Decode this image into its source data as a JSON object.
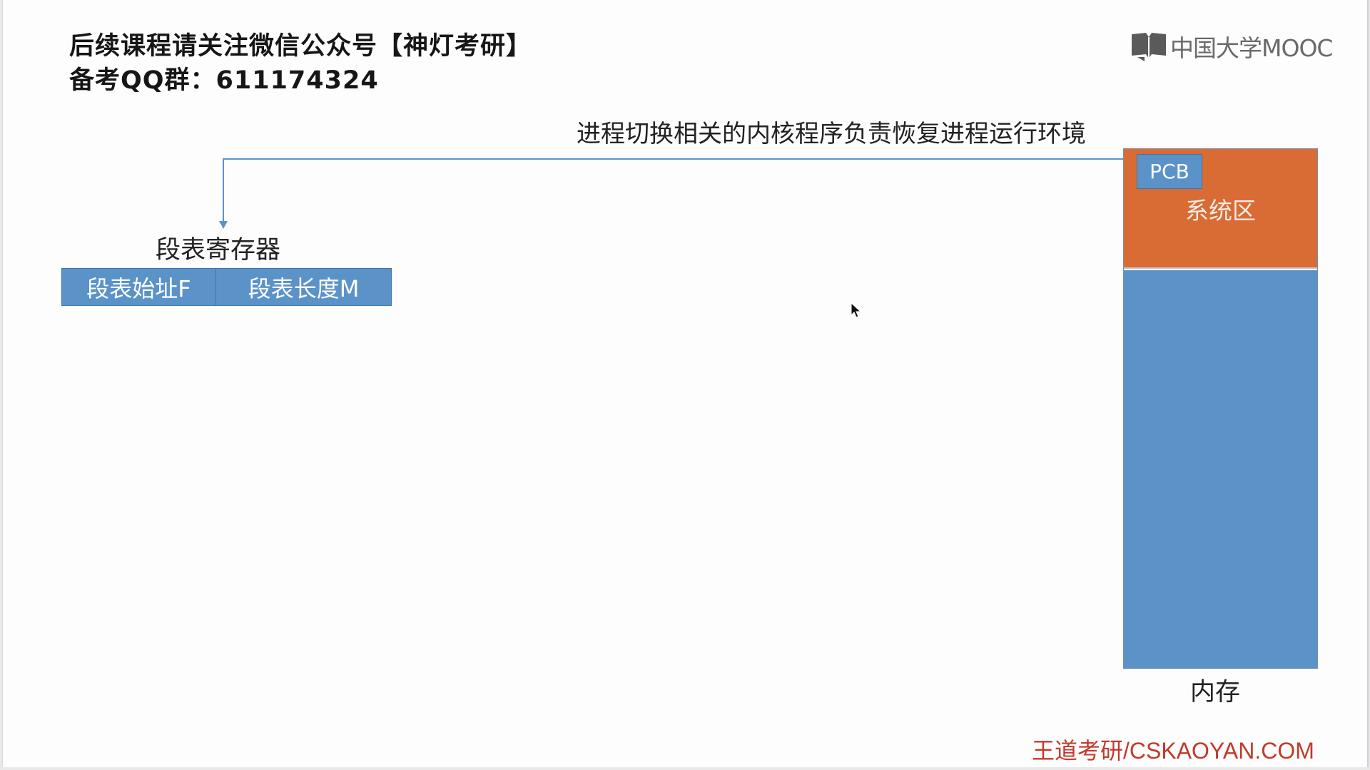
{
  "header": {
    "line1": "后续课程请关注微信公众号【神灯考研】",
    "line2": "备考QQ群：611174324"
  },
  "logo": {
    "text": "中国大学MOOC",
    "icon": "book-icon"
  },
  "diagram": {
    "caption": "进程切换相关的内核程序负责恢复进程运行环境",
    "segment_register": {
      "label": "段表寄存器",
      "cells": [
        "段表始址F",
        "段表长度M"
      ]
    },
    "memory": {
      "system_area_label": "系统区",
      "pcb_label": "PCB",
      "label": "内存"
    }
  },
  "footer": {
    "watermark": "王道考研/CSKAOYAN.COM"
  },
  "colors": {
    "blue_fill": "#5b93c8",
    "orange_fill": "#d96b35",
    "arrow_line": "#5b93c8",
    "watermark_red": "#c23a2b"
  },
  "icons": {
    "cursor": "mouse-pointer-icon",
    "arrow": "arrow-down-icon"
  }
}
